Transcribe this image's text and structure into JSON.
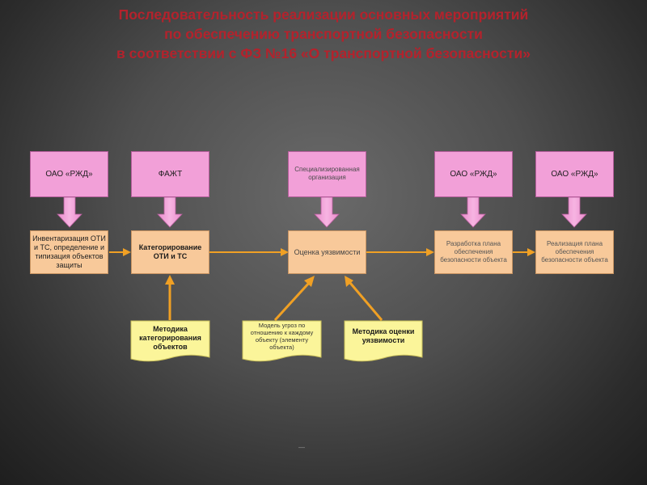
{
  "title": {
    "line1": "Последовательность реализации основных мероприятий",
    "line2": "по обеспечению транспортной безопасности",
    "line3": "в соответствии с  ФЗ №16 «О транспортной безопасности»"
  },
  "top_boxes": [
    {
      "label": "ОАО «РЖД»"
    },
    {
      "label": "ФАЖТ"
    },
    {
      "label": "Специализированная организация"
    },
    {
      "label": "ОАО «РЖД»"
    },
    {
      "label": "ОАО «РЖД»"
    }
  ],
  "process_boxes": [
    {
      "label": "Инвентаризация ОТИ и ТС, определение и типизация объектов защиты"
    },
    {
      "label": "Категорирование ОТИ и ТС"
    },
    {
      "label": "Оценка уязвимости"
    },
    {
      "label": "Разработка плана обеспечения безопасности объекта"
    },
    {
      "label": "Реализация плана обеспечения безопасности объекта"
    }
  ],
  "document_boxes": [
    {
      "label": "Методика категорирования объектов"
    },
    {
      "label": "Модель угроз  по отношению к каждому объекту (элементу объекта)"
    },
    {
      "label": "Методика оценки уязвимости"
    }
  ],
  "footer_mark": "—",
  "colors": {
    "title": "#b4222c",
    "pink_box": "#f2a0d8",
    "peach_box": "#f8c99a",
    "document": "#fbf59a",
    "arrow_orange": "#f0a024"
  }
}
